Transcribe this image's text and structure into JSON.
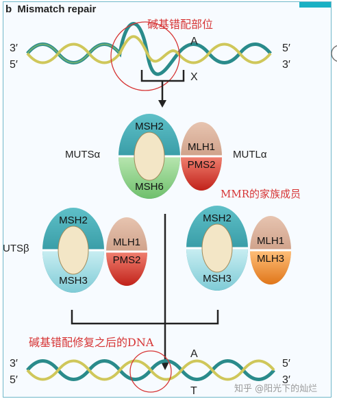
{
  "header": {
    "panel_letter": "b",
    "title": "Mismatch repair"
  },
  "top_strand": {
    "left_top": "3′",
    "left_bottom": "5′",
    "right_top": "5′",
    "right_bottom": "3′",
    "base_top": "A",
    "base_bottom": "X"
  },
  "bottom_strand": {
    "left_top": "3′",
    "left_bottom": "5′",
    "right_top": "5′",
    "right_bottom": "3′",
    "base_top": "A",
    "base_bottom": "T"
  },
  "annotations": {
    "mismatch_site": "碱基错配部位",
    "mmr_family": "MMR的家族成员",
    "after_repair": "碱基错配修复之后的DNA"
  },
  "complexes": {
    "mutsa": {
      "name": "MUTSα",
      "top": "MSH2",
      "bottom": "MSH6"
    },
    "mutla": {
      "name": "MUTLα",
      "top": "MLH1",
      "bottom": "PMS2"
    },
    "mutsb": {
      "name": "UTSβ",
      "top": "MSH2",
      "bottom": "MSH3"
    },
    "left_mutl": {
      "top": "MLH1",
      "bottom": "PMS2"
    },
    "right_muts": {
      "top": "MSH2",
      "bottom": "MSH3"
    },
    "right_mutl": {
      "top": "MLH1",
      "bottom": "MLH3"
    }
  },
  "watermark": "知乎 @阳光下的灿烂",
  "colors": {
    "teal": "#1f8f9a",
    "teal_light": "#9fd8df",
    "green": "#8ccf8a",
    "tan": "#c89a80",
    "red": "#d93a30",
    "orange": "#f08a24",
    "annotation": "#d63434"
  }
}
